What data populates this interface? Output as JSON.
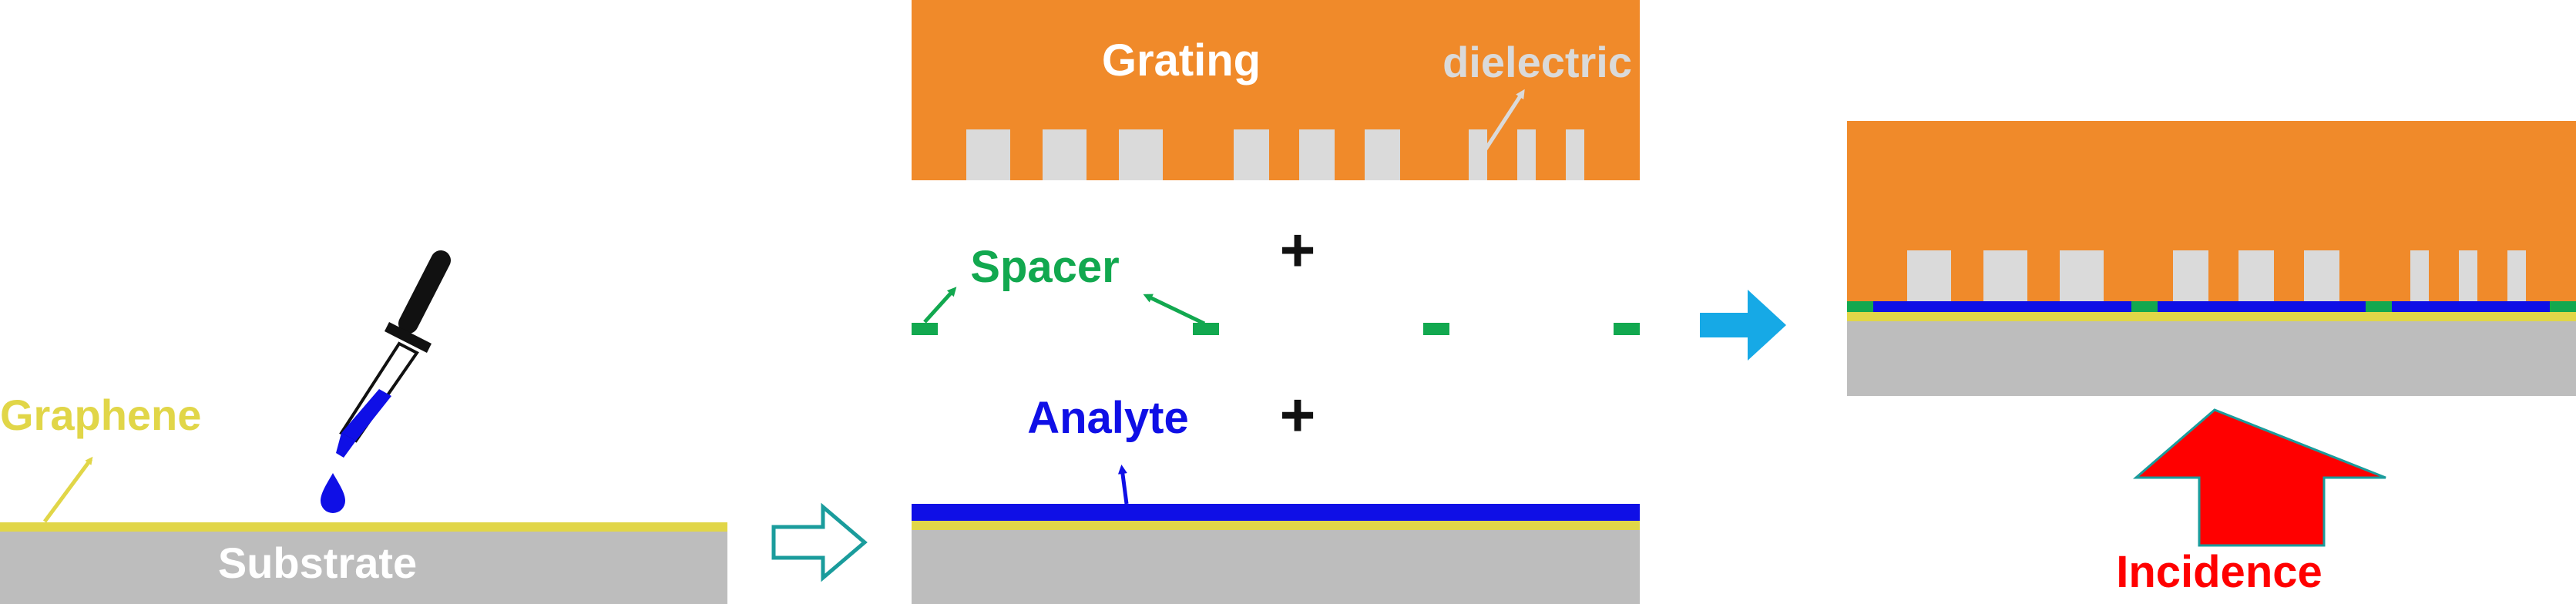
{
  "colors": {
    "substrate": "#bdbdbd",
    "graphene": "#e1d648",
    "analyte": "#0f0fe6",
    "spacer": "#12a84f",
    "grating": "#f08a2a",
    "dielectric": "#dadada",
    "incidence": "#ff0000",
    "process_arrow": "#16a9e6",
    "outline_arrow": "#1a9c9c",
    "plus": "#111111"
  },
  "labels": {
    "graphene": "Graphene",
    "substrate": "Substrate",
    "grating": "Grating",
    "dielectric": "dielectric",
    "spacer": "Spacer",
    "analyte": "Analyte",
    "incidence": "Incidence",
    "plus": "+"
  },
  "icons": {
    "dropper": "pipette-icon",
    "drop": "droplet-icon",
    "next_step": "hollow-arrow-icon",
    "result": "solid-arrow-icon",
    "light": "up-arrow-icon"
  }
}
